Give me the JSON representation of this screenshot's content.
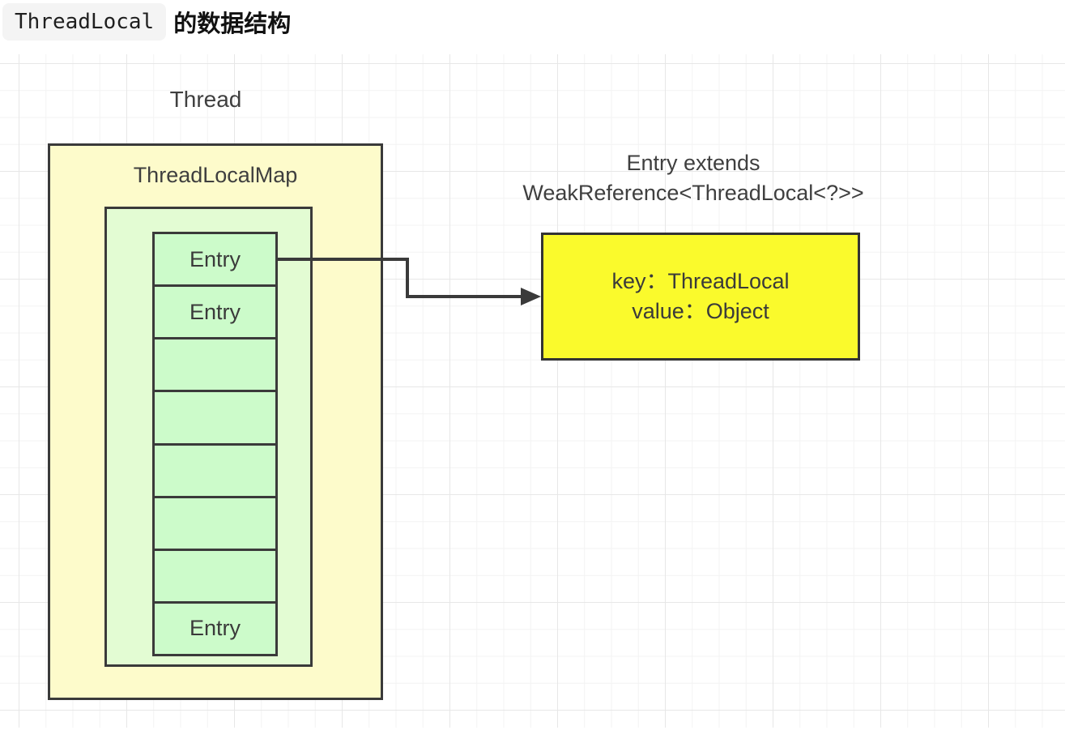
{
  "title": {
    "code_text": "ThreadLocal",
    "suffix_text": "的数据结构"
  },
  "diagram": {
    "thread_label": "Thread",
    "map_label": "ThreadLocalMap",
    "cells": [
      {
        "label": "Entry"
      },
      {
        "label": "Entry"
      },
      {
        "label": ""
      },
      {
        "label": ""
      },
      {
        "label": ""
      },
      {
        "label": ""
      },
      {
        "label": ""
      },
      {
        "label": "Entry"
      }
    ],
    "note_line1": "Entry extends",
    "note_line2": "WeakReference<ThreadLocal<?>>",
    "entry_box": {
      "key_line": "key：ThreadLocal",
      "value_line": "value：Object"
    },
    "colors": {
      "grid_minor": "#F3F3F3",
      "grid_major": "#E7E7E7",
      "thread_box_fill": "#FDFBCB",
      "map_box_fill": "#E3FCD3",
      "entry_cell_fill": "#CCFBCA",
      "entry_detail_fill": "#FAFA2C",
      "stroke": "#3A3A3A",
      "code_chip_bg": "#F4F4F4"
    }
  }
}
